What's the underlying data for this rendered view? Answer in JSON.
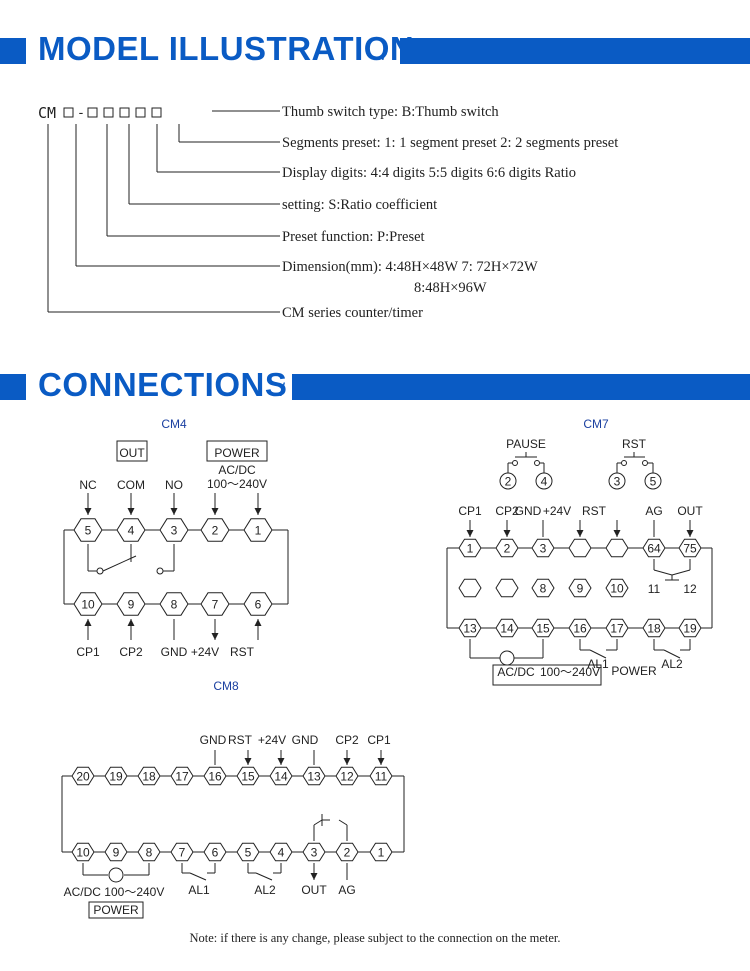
{
  "sections": {
    "model": {
      "title": "MODEL ILLUSTRATION",
      "slash": "/"
    },
    "connections": {
      "title": "CONNECTIONS",
      "slash": "/"
    }
  },
  "model": {
    "code_prefix": "CM",
    "code_dash": "-",
    "labels": [
      "Thumb switch type: B:Thumb switch",
      "Segments preset: 1: 1 segment preset 2: 2 segments preset",
      "Display digits: 4:4 digits 5:5 digits 6:6 digits  Ratio",
      "setting: S:Ratio coefficient",
      "Preset function: P:Preset",
      "Dimension(mm): 4:48H×48W 7: 72H×72W",
      "8:48H×96W",
      "CM series counter/timer"
    ]
  },
  "cm4": {
    "title": "CM4",
    "out_box": "OUT",
    "power_box": "POWER",
    "acdc": "AC/DC",
    "volt": "100～240V",
    "top_labels": [
      "NC",
      "COM",
      "NO"
    ],
    "top_pins": [
      "5",
      "4",
      "3",
      "2",
      "1"
    ],
    "bottom_pins": [
      "10",
      "9",
      "8",
      "7",
      "6"
    ],
    "bottom_labels": [
      "CP1",
      "CP2",
      "GND",
      "+24V",
      "RST"
    ]
  },
  "cm7": {
    "title": "CM7",
    "pause": "PAUSE",
    "rst": "RST",
    "pause_pins": [
      "2",
      "4"
    ],
    "rst_pins": [
      "3",
      "5"
    ],
    "top_labels": [
      "CP1",
      "CP2",
      "GND",
      "+24V",
      "RST",
      "AG",
      "OUT"
    ],
    "row1": [
      "1",
      "2",
      "3",
      "",
      "",
      "64",
      "75"
    ],
    "row2": [
      "",
      "",
      "8",
      "9",
      "10"
    ],
    "row2_extra": [
      "11",
      "12"
    ],
    "row3": [
      "13",
      "14",
      "15",
      "16",
      "17",
      "18",
      "19"
    ],
    "bottom_labels": [
      "AC/DC",
      "100～240V",
      "POWER",
      "AL1",
      "AL2"
    ]
  },
  "cm8": {
    "title": "CM8",
    "top_labels": [
      "GND",
      "RST",
      "+24V",
      "GND",
      "CP2",
      "CP1"
    ],
    "top_pins": [
      "20",
      "19",
      "18",
      "17",
      "16",
      "15",
      "14",
      "13",
      "12",
      "11"
    ],
    "bottom_pins": [
      "10",
      "9",
      "8",
      "7",
      "6",
      "5",
      "4",
      "3",
      "2",
      "1"
    ],
    "bottom_labels": [
      "AC/DC",
      "100～240V",
      "POWER",
      "AL1",
      "AL2",
      "OUT",
      "AG"
    ]
  },
  "note": "Note: if there is any change, please subject to the connection on the meter."
}
